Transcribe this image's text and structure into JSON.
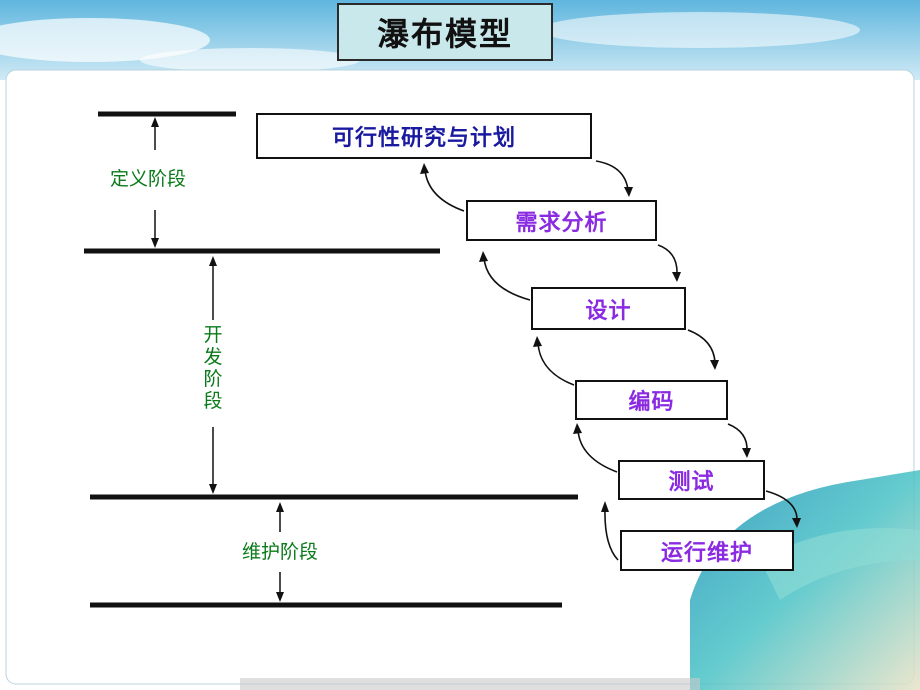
{
  "title": "瀑布模型",
  "stages": [
    {
      "label": "可行性研究与计划",
      "color": "#1a1aa0"
    },
    {
      "label": "需求分析",
      "color": "#8a2be2"
    },
    {
      "label": "设计",
      "color": "#8a2be2"
    },
    {
      "label": "编码",
      "color": "#8a2be2"
    },
    {
      "label": "测试",
      "color": "#8a2be2"
    },
    {
      "label": "运行维护",
      "color": "#8a2be2"
    }
  ],
  "phases": {
    "definition": "定义阶段",
    "development": [
      "开",
      "发",
      "阶",
      "段"
    ],
    "maintenance": "维护阶段"
  },
  "colors": {
    "phase_label": "#0a7a1a",
    "title_box": "#c8e8ec",
    "sky_top": "#7ec8e3",
    "sea": "#3fb7c9"
  }
}
